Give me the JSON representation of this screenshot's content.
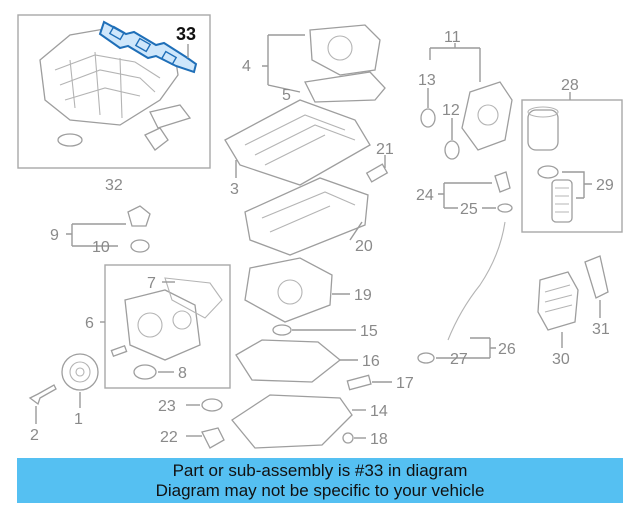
{
  "diagram": {
    "highlighted_part": "33",
    "callouts": [
      "1",
      "2",
      "3",
      "4",
      "5",
      "6",
      "7",
      "8",
      "9",
      "10",
      "11",
      "12",
      "13",
      "14",
      "15",
      "16",
      "17",
      "18",
      "19",
      "20",
      "21",
      "22",
      "23",
      "24",
      "25",
      "26",
      "27",
      "28",
      "29",
      "30",
      "31",
      "32",
      "33"
    ]
  },
  "banner": {
    "line1": "Part or sub-assembly is #33 in diagram",
    "line2": "Diagram may not be specific to your vehicle"
  },
  "colors": {
    "banner_bg": "#55c0f2",
    "highlight": "#3a8fd6",
    "line_art": "#9a9a9a"
  }
}
